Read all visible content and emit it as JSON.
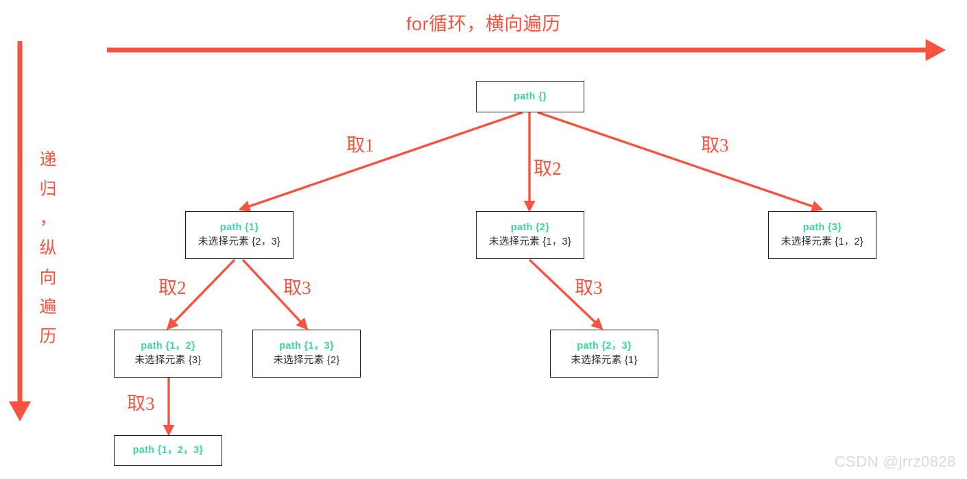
{
  "diagram": {
    "top_axis_label": "for循环，横向遍历",
    "left_axis_label_chars": [
      "递",
      "归",
      "，",
      "纵",
      "向",
      "遍",
      "历"
    ],
    "accent_color": "#F9533F",
    "path_text_color": "#3BD6A0",
    "node_border_color": "#1a1a1a",
    "watermark": "CSDN @jrrz0828"
  },
  "nodes": {
    "root": {
      "path": "path {}",
      "rest": ""
    },
    "n1": {
      "path": "path {1}",
      "rest": "未选择元素 {2，3}"
    },
    "n2": {
      "path": "path {2}",
      "rest": "未选择元素 {1，3}"
    },
    "n3": {
      "path": "path {3}",
      "rest": "未选择元素 {1，2}"
    },
    "n12": {
      "path": "path {1，2}",
      "rest": "未选择元素 {3}"
    },
    "n13": {
      "path": "path {1，3}",
      "rest": "未选择元素 {2}"
    },
    "n23": {
      "path": "path {2，3}",
      "rest": "未选择元素 {1}"
    },
    "n123": {
      "path": "path {1，2，3}",
      "rest": ""
    }
  },
  "edge_labels": {
    "root_to_n1": "取1",
    "root_to_n2": "取2",
    "root_to_n3": "取3",
    "n1_to_n12": "取2",
    "n1_to_n13": "取3",
    "n2_to_n23": "取3",
    "n12_to_n123": "取3"
  }
}
